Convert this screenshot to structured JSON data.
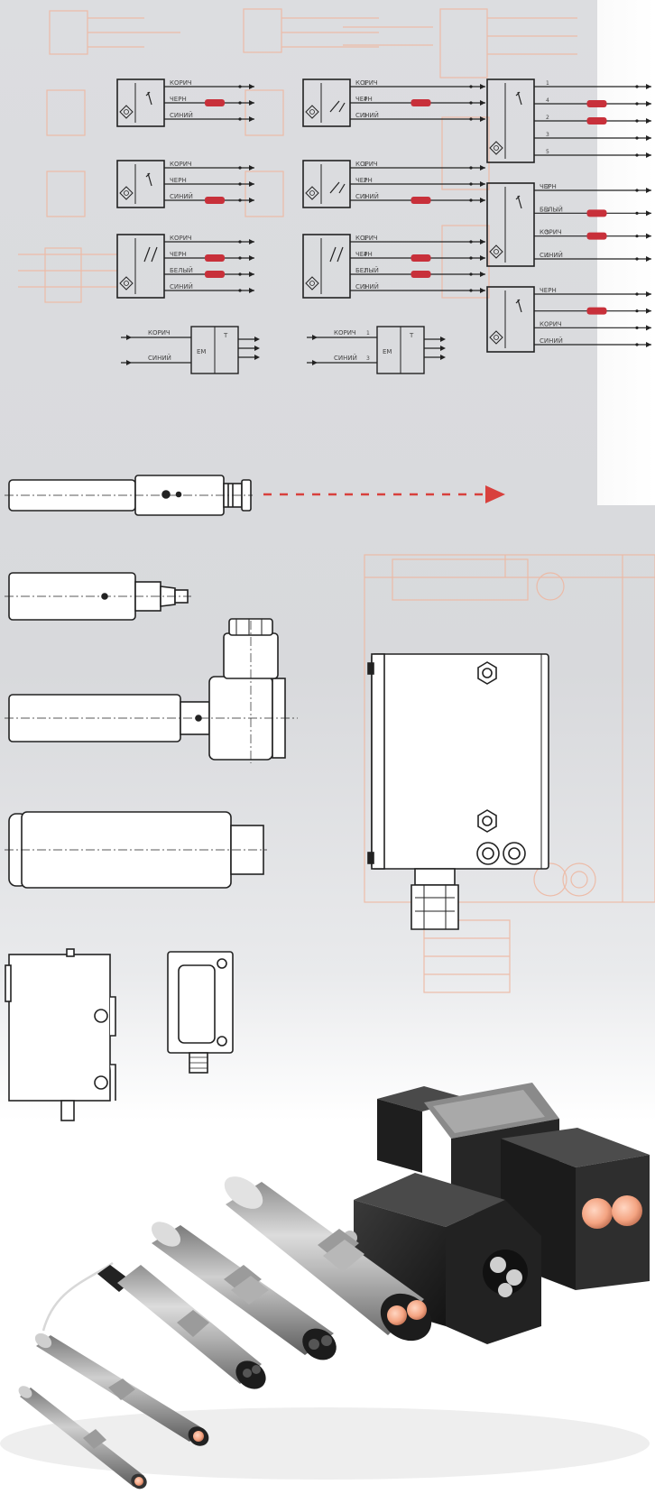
{
  "circuits": [
    {
      "id": "c1",
      "wires": [
        "КОРИЧ",
        "ЧЕРН",
        "СИНИЙ"
      ],
      "pins": []
    },
    {
      "id": "c2",
      "wires": [
        "КОРИЧ",
        "ЧЕРН",
        "СИНИЙ"
      ],
      "pins": [
        "1",
        "4",
        "3"
      ]
    },
    {
      "id": "c3",
      "wires": [
        "",
        "",
        "",
        "",
        ""
      ],
      "pins": [
        "1",
        "4",
        "2",
        "3",
        "5"
      ]
    },
    {
      "id": "c4",
      "wires": [
        "КОРИЧ",
        "ЧЕРН",
        "СИНИЙ"
      ],
      "pins": []
    },
    {
      "id": "c5",
      "wires": [
        "КОРИЧ",
        "ЧЕРН",
        "СИНИЙ"
      ],
      "pins": [
        "1",
        "2",
        "3"
      ]
    },
    {
      "id": "c6",
      "wires": [
        "КОРИЧ",
        "ЧЕРН",
        "БЕЛЫЙ",
        "СИНИЙ"
      ],
      "pins": []
    },
    {
      "id": "c7",
      "wires": [
        "КОРИЧ",
        "ЧЕРН",
        "БЕЛЫЙ",
        "СИНИЙ"
      ],
      "pins": [
        "1",
        "4",
        "2",
        "3"
      ]
    },
    {
      "id": "c8",
      "wires": [
        "ЧЕРН",
        "БЕЛЫЙ",
        "КОРИЧ",
        "СИНИЙ"
      ],
      "pins": [
        "2",
        "4",
        "5",
        "1",
        "3"
      ]
    },
    {
      "id": "c9",
      "wires": [
        "ЧЕРН",
        "",
        "КОРИЧ",
        "СИНИЙ"
      ],
      "pins": []
    },
    {
      "id": "c10",
      "wires": [
        "КОРИЧ",
        "СИНИЙ"
      ],
      "pins": [],
      "box": "EM",
      "box2": "T"
    },
    {
      "id": "c11",
      "wires": [
        "КОРИЧ",
        "СИНИЙ"
      ],
      "pins": [
        "1",
        "3"
      ],
      "box": "EM",
      "box2": "T"
    }
  ],
  "accent_red": "#c8303a",
  "ghost_color": "#e8a48e"
}
